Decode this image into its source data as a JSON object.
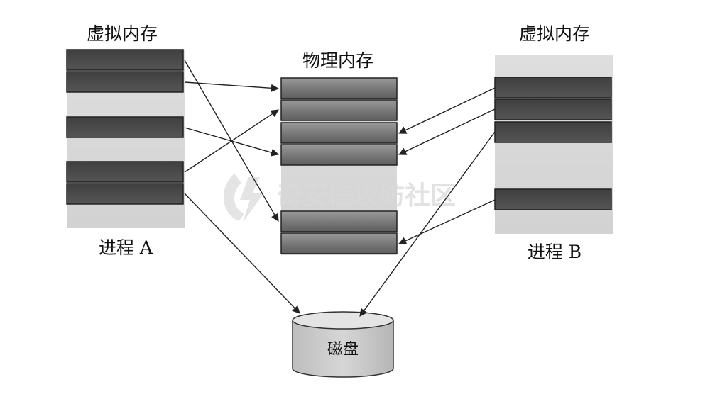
{
  "labels": {
    "virtual_a": "虚拟内存",
    "physical": "物理内存",
    "virtual_b": "虚拟内存",
    "process_a": "进程 A",
    "process_b": "进程 B",
    "disk": "磁盘"
  },
  "watermark": {
    "text": "奇安信攻防社区"
  },
  "colors": {
    "page_bg": "#f2f2f2",
    "column_bg": "#d7d7d7",
    "virtual_page": "#4a4a4a",
    "physical_page": "#7d7d7d",
    "disk_fill": "#c8c8c8",
    "arrow": "#222222"
  }
}
